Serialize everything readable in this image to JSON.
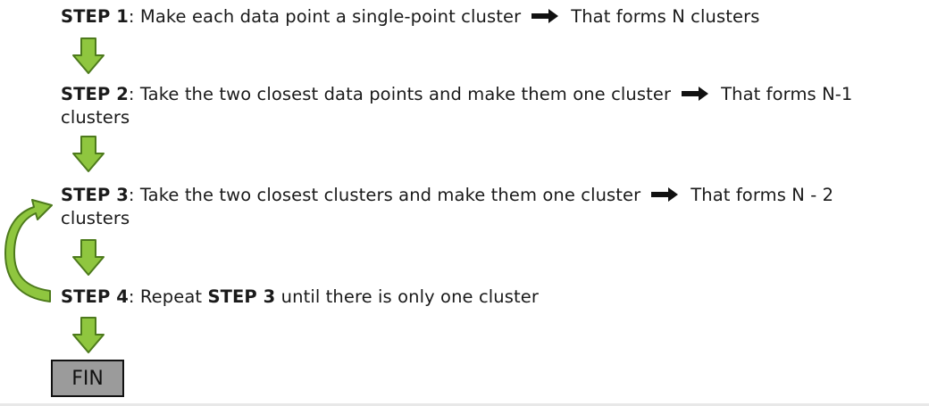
{
  "steps": [
    {
      "label": "STEP 1",
      "text": ": Make each data point a single-point cluster",
      "result": "That forms N clusters"
    },
    {
      "label": "STEP 2",
      "text": ": Take the two closest data points and make them one cluster",
      "result_line1": "That forms N-1",
      "result_line2": "clusters"
    },
    {
      "label": "STEP 3",
      "text": ": Take the two closest clusters and make them one cluster",
      "result_line1": "That forms N - 2",
      "result_line2": "clusters"
    },
    {
      "label": "STEP 4",
      "text_pre": ": Repeat ",
      "ref": "STEP 3",
      "text_post": " until there is only one cluster"
    }
  ],
  "fin": {
    "label": "FIN"
  },
  "colors": {
    "arrow_fill": "#8fc63f",
    "arrow_stroke": "#4d7a1c",
    "fin_bg": "#9b9b9b",
    "fin_border": "#111111"
  },
  "icons": {
    "flow_down": "down-arrow-icon",
    "result": "right-arrow-icon",
    "loop": "loop-back-arrow-icon"
  }
}
